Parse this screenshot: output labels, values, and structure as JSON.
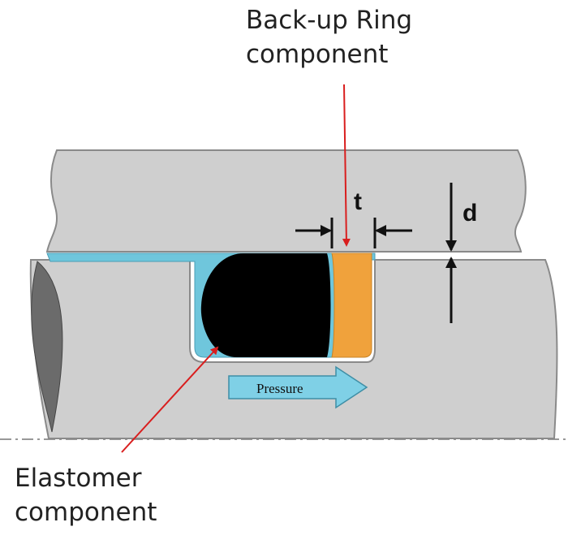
{
  "labels": {
    "backup_ring": [
      "Back-up Ring",
      "component"
    ],
    "elastomer": [
      "Elastomer",
      "component"
    ],
    "dimension_t": "t",
    "dimension_d": "d",
    "pressure": "Pressure"
  },
  "colors": {
    "housing": "#cfcfcf",
    "housing_edge": "#8a8a8a",
    "fluid": "#6fc6dc",
    "elastomer": "#000000",
    "backup_ring": "#f0a23c",
    "pressure_arrow": "#7fd0e6",
    "leader_line": "#d91e1e",
    "dimension_arrows": "#111111"
  }
}
